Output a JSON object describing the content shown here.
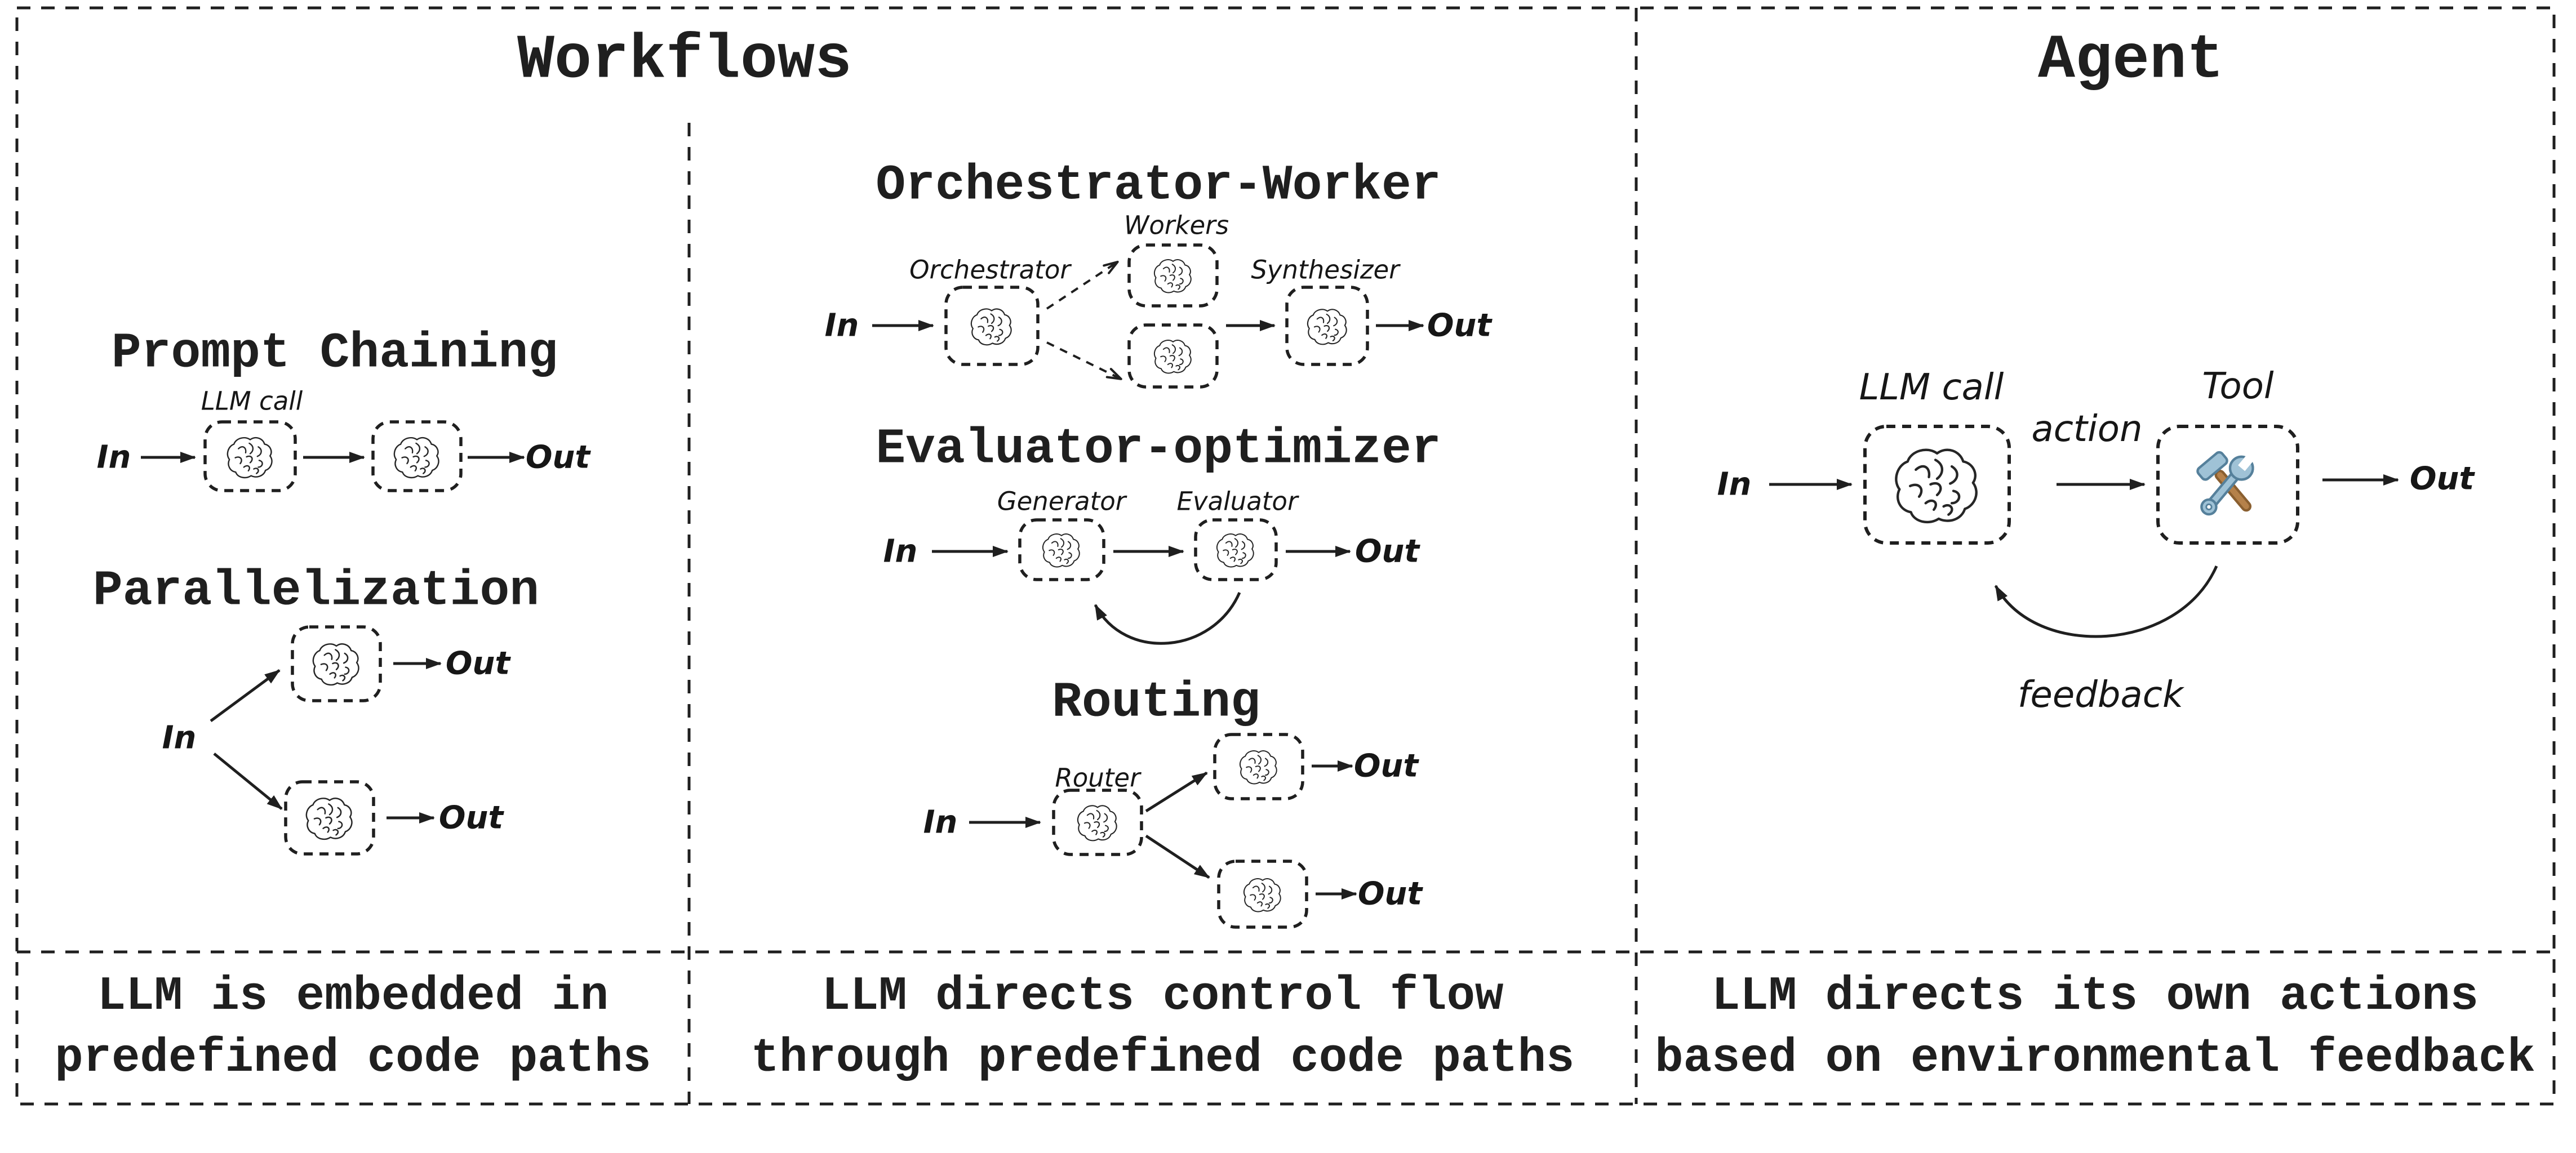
{
  "panels": {
    "workflows": {
      "title": "Workflows",
      "caption_left": {
        "line1": "LLM is embedded in",
        "line2": "predefined code paths"
      },
      "caption_mid": {
        "line1": "LLM directs control flow",
        "line2": "through predefined code paths"
      }
    },
    "agent": {
      "title": "Agent",
      "caption": {
        "line1": "LLM directs its own actions",
        "line2": "based on environmental feedback"
      }
    }
  },
  "sections": {
    "prompt_chaining": {
      "heading": "Prompt Chaining",
      "llm_call_label": "LLM call",
      "in": "In",
      "out": "Out"
    },
    "parallelization": {
      "heading": "Parallelization",
      "in": "In",
      "out_top": "Out",
      "out_bottom": "Out"
    },
    "orchestrator_worker": {
      "heading": "Orchestrator-Worker",
      "orchestrator_label": "Orchestrator",
      "workers_label": "Workers",
      "synthesizer_label": "Synthesizer",
      "in": "In",
      "out": "Out"
    },
    "evaluator_optimizer": {
      "heading": "Evaluator-optimizer",
      "generator_label": "Generator",
      "evaluator_label": "Evaluator",
      "in": "In",
      "out": "Out"
    },
    "routing": {
      "heading": "Routing",
      "router_label": "Router",
      "in": "In",
      "out_top": "Out",
      "out_bottom": "Out"
    },
    "agent_flow": {
      "llm_call_label": "LLM call",
      "tool_label": "Tool",
      "action_label": "action",
      "feedback_label": "feedback",
      "in": "In",
      "out": "Out"
    }
  },
  "icons": {
    "brain": "brain-sketch-icon",
    "tool": "hammer-and-wrench-icon"
  },
  "colors": {
    "ink": "#1f1f1f",
    "background": "#ffffff",
    "wrench_fill": "#9fc2d6",
    "wrench_stroke": "#55809b",
    "hammer_handle_fill": "#b5814a",
    "hammer_handle_stroke": "#8a5f30"
  }
}
